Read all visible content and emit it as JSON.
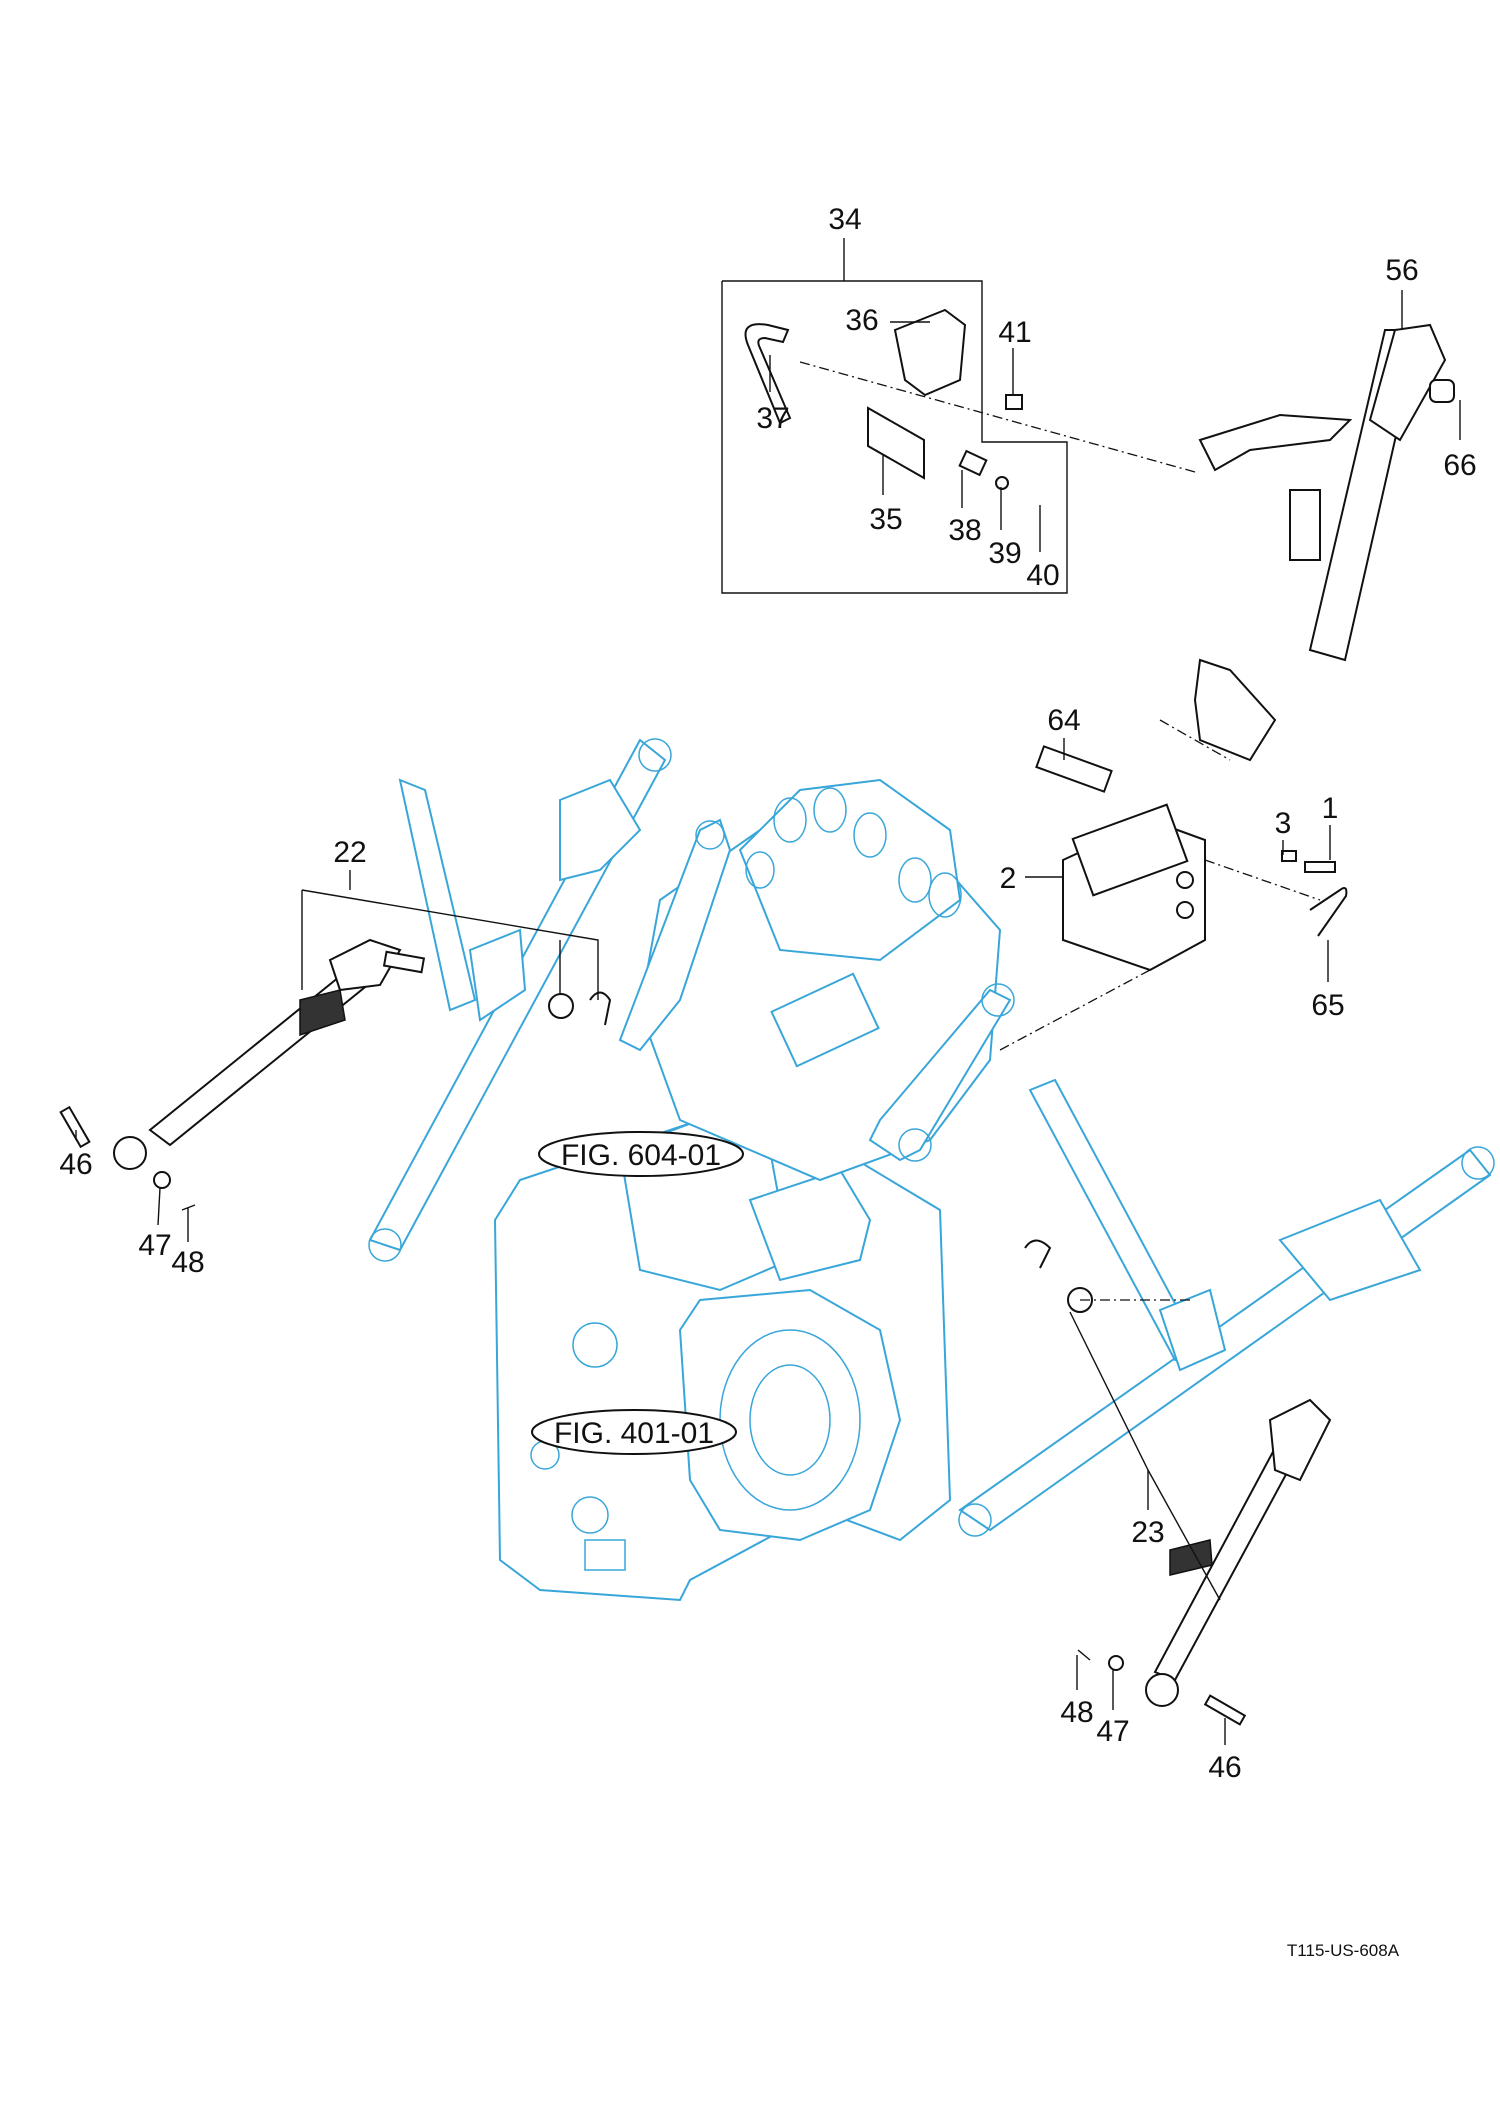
{
  "drawing_code": "T115-US-608A",
  "figure_refs": [
    "FIG. 604-01",
    "FIG. 401-01"
  ],
  "callouts": {
    "p1": "1",
    "p2": "2",
    "p3": "3",
    "p22": "22",
    "p23": "23",
    "p34": "34",
    "p35": "35",
    "p36": "36",
    "p37": "37",
    "p38": "38",
    "p39": "39",
    "p40": "40",
    "p41": "41",
    "p46_left": "46",
    "p47_left": "47",
    "p48_left": "48",
    "p46_right": "46",
    "p47_right": "47",
    "p48_right": "48",
    "p56": "56",
    "p64": "64",
    "p65": "65",
    "p66": "66"
  },
  "colors": {
    "reference_parts": "#39a6d9",
    "parts": "#111111"
  }
}
